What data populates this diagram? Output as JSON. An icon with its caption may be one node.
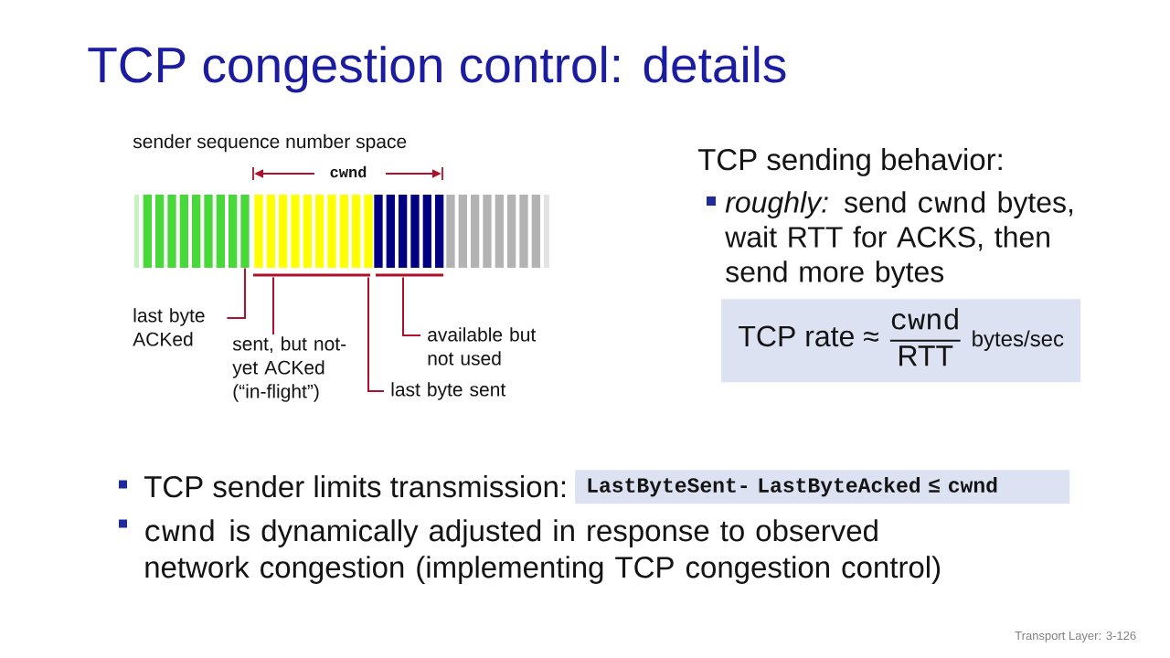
{
  "diagram": {
    "title": "TCP congestion control: details",
    "nodes": [
      {
        "text": [],
        "shape": "bar"
      },
      {
        "text": [],
        "shape": "bar"
      },
      {
        "text": [],
        "shape": "bar"
      },
      {
        "text": [],
        "shape": "bar"
      },
      {
        "text": [
          "last byte ACKed"
        ]
      },
      {
        "text": [
          "available but not used"
        ]
      },
      {
        "text": [
          "sent, but not-yet ACKed (“in-flight”)"
        ]
      },
      {
        "text": [
          "last byte sent"
        ]
      },
      {
        "text": [
          "TCP rate ≈",
          "cwnd",
          "RTT",
          "bytes/sec"
        ]
      },
      {
        "text": [
          "LastByteSent- LastByteAcked ≤ cwnd"
        ]
      }
    ],
    "edges": [
      {
        "from": 4,
        "to": 0,
        "arrow": "none"
      },
      {
        "from": 5,
        "to": 2,
        "arrow": "none"
      },
      {
        "from": 6,
        "to": 1,
        "arrow": "none"
      },
      {
        "from": 7,
        "to": 1,
        "arrow": "none"
      }
    ],
    "labels": [
      "sender sequence number space",
      "cwnd",
      "TCP sending behavior:",
      "*roughly:* send",
      "cwnd",
      "bytes, wait RTT for ACKS, then send more bytes",
      "TCP sender limits transmission:",
      "cwnd",
      "is dynamically adjusted in response to observed network congestion (implementing TCP congestion control)",
      "Transport Layer: 3-126"
    ]
  }
}
